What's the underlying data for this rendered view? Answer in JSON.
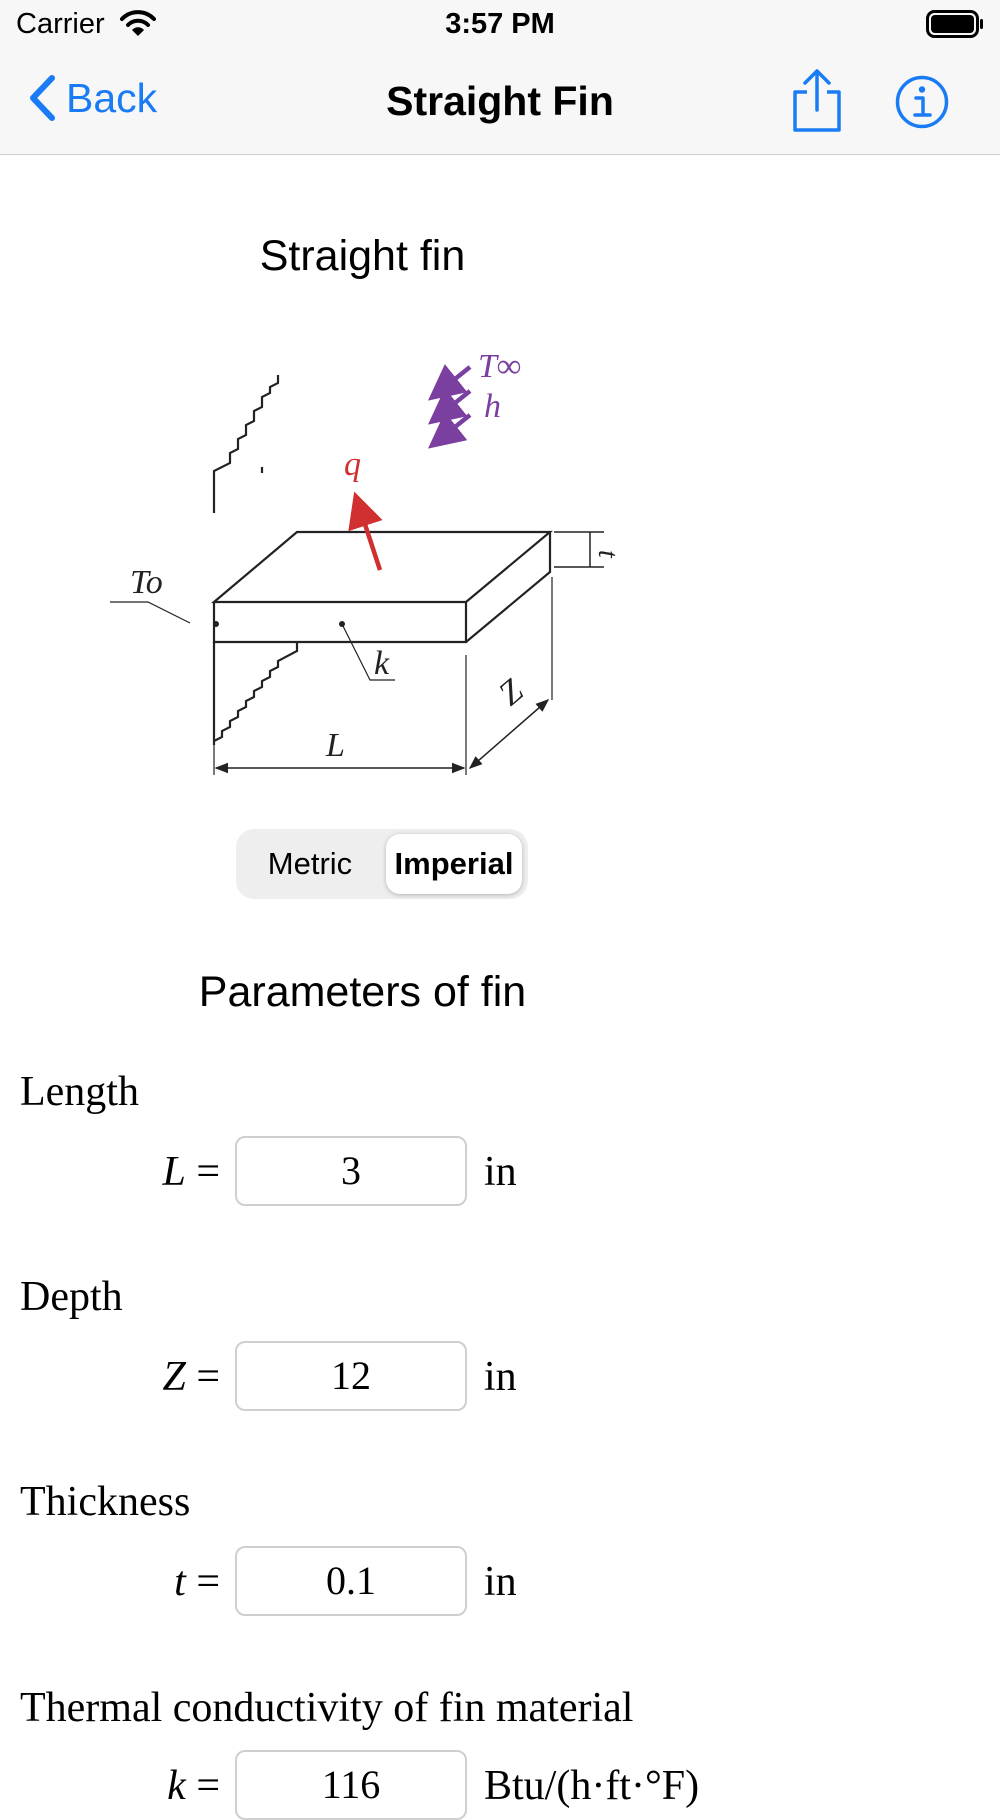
{
  "status": {
    "carrier": "Carrier",
    "time": "3:57 PM"
  },
  "nav": {
    "back_label": "Back",
    "title": "Straight Fin"
  },
  "diagram": {
    "title": "Straight fin",
    "labels": {
      "T_inf": "T∞",
      "h": "h",
      "q": "q",
      "t": "t",
      "T_o": "To",
      "k": "k",
      "L": "L",
      "Z": "Z"
    },
    "colors": {
      "arrow_purple": "#7b3fa0",
      "arrow_red": "#d03030",
      "line": "#222222"
    }
  },
  "units_toggle": {
    "options": [
      "Metric",
      "Imperial"
    ],
    "selected": "Imperial"
  },
  "params_heading": "Parameters of fin",
  "params": [
    {
      "section": "Length",
      "symbol": "L",
      "value": "3",
      "unit": "in"
    },
    {
      "section": "Depth",
      "symbol": "Z",
      "value": "12",
      "unit": "in"
    },
    {
      "section": "Thickness",
      "symbol": "t",
      "value": "0.1",
      "unit": "in"
    },
    {
      "section": "Thermal conductivity of fin material",
      "symbol": "k",
      "value": "116",
      "unit": "Btu/(h·ft·°F)"
    }
  ],
  "colors": {
    "accent": "#1a7cf5",
    "bar_bg": "#f7f7f7"
  },
  "icons": [
    "wifi-icon",
    "battery-icon",
    "chevron-left-icon",
    "share-icon",
    "info-icon"
  ]
}
